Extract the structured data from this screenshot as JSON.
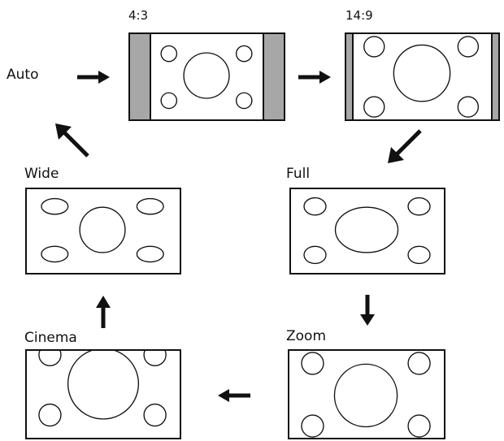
{
  "modes": {
    "auto": "Auto",
    "four_three": "4:3",
    "fourteen_nine": "14:9",
    "full": "Full",
    "zoom": "Zoom",
    "cinema": "Cinema",
    "wide": "Wide"
  },
  "colors": {
    "ink": "#111111",
    "sidebar_gray": "#a7a7a7",
    "background": "#ffffff"
  }
}
